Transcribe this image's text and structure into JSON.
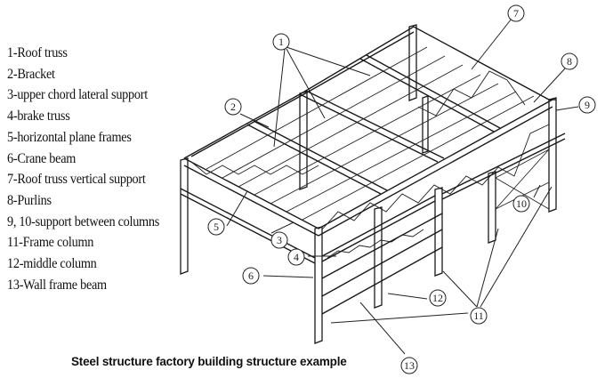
{
  "legend": {
    "items": [
      {
        "num": "1",
        "label": "1-Roof truss"
      },
      {
        "num": "2",
        "label": "2-Bracket"
      },
      {
        "num": "3",
        "label": "3-upper chord lateral support"
      },
      {
        "num": "4",
        "label": "4-brake truss"
      },
      {
        "num": "5",
        "label": "5-horizontal plane frames"
      },
      {
        "num": "6",
        "label": "6-Crane beam"
      },
      {
        "num": "7",
        "label": "7-Roof truss vertical support"
      },
      {
        "num": "8",
        "label": "8-Purlins"
      },
      {
        "num": "9,10",
        "label": "9, 10-support between columns"
      },
      {
        "num": "11",
        "label": "11-Frame column"
      },
      {
        "num": "12",
        "label": "12-middle column"
      },
      {
        "num": "13",
        "label": "13-Wall frame beam"
      }
    ]
  },
  "caption": "Steel structure factory building structure example",
  "callouts": [
    "1",
    "2",
    "3",
    "4",
    "5",
    "6",
    "7",
    "8",
    "9",
    "10",
    "11",
    "12",
    "13"
  ]
}
